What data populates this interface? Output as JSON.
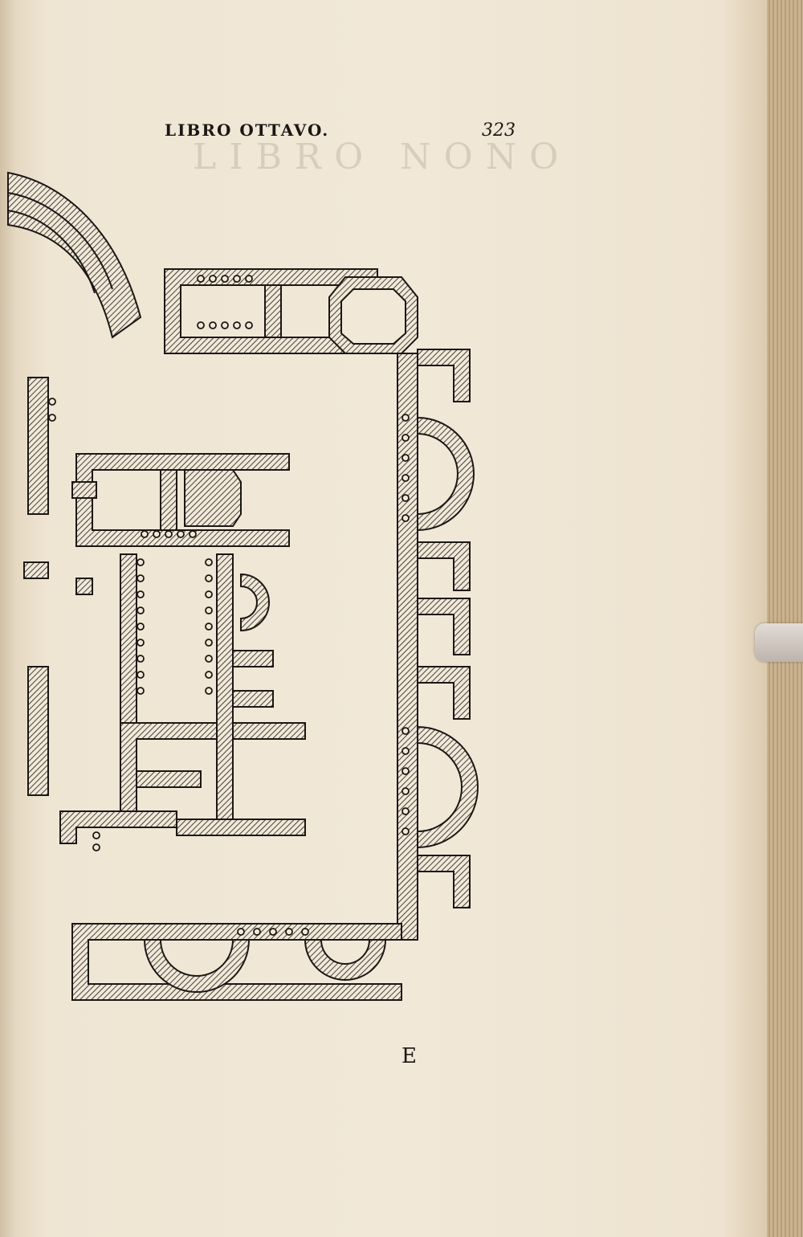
{
  "running_head": "LIBRO OTTAVO.",
  "page_number": "323",
  "signature_mark": "E",
  "show_through_title": "LIBRO NONO",
  "colors": {
    "paper": "#f1e8d8",
    "ink": "#1b1714"
  }
}
